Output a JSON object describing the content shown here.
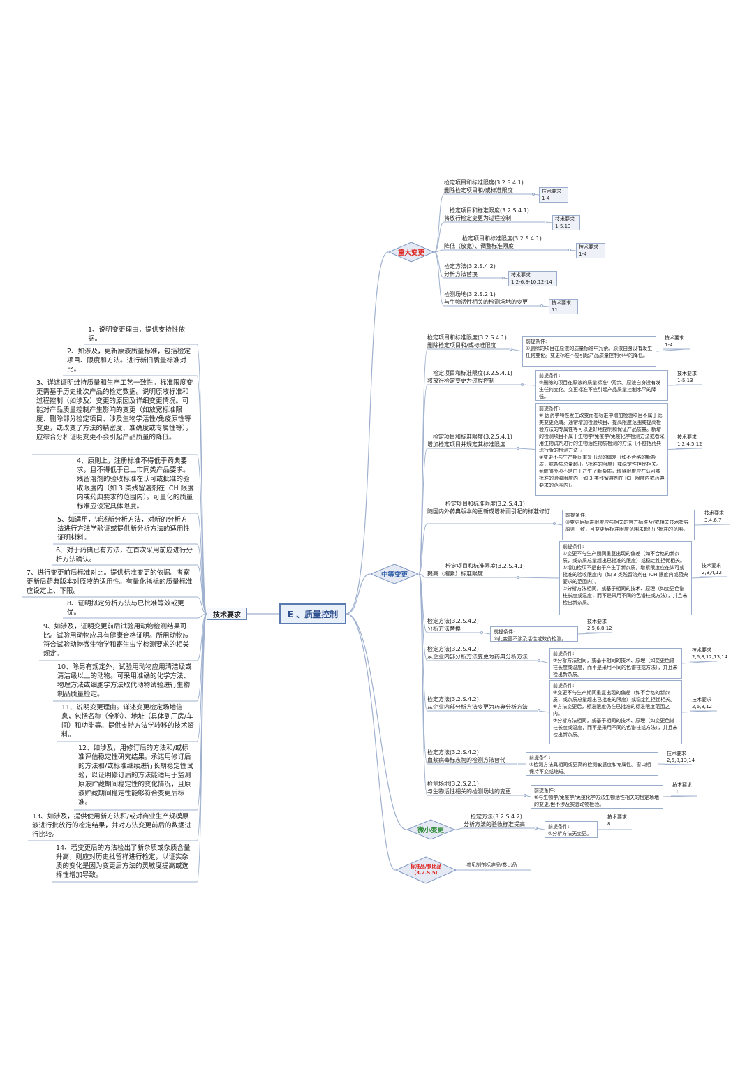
{
  "center": {
    "label": "E 、质量控制"
  },
  "tech_node": {
    "label": "技术要求"
  },
  "categories": {
    "major": {
      "label": "重大变更",
      "color": "#e0201b"
    },
    "moderate": {
      "label": "中等变更",
      "color": "#2f5fa8"
    },
    "minor": {
      "label": "微小变更",
      "color": "#2e8b3a"
    },
    "ref": {
      "label": "标准品/参比品\n（3.2.S.5）",
      "color": "#e0201b"
    }
  },
  "major_items": [
    {
      "title": "检定项目和标准限度(3.2.S.4.1)",
      "sub": "删除检定项目和/或标准限度",
      "tech": "技术要求\n1-4"
    },
    {
      "title": "检定项目和标准限度(3.2.S.4.1)",
      "sub": "将放行检定变更为过程控制",
      "tech": "技术要求\n1-5,13"
    },
    {
      "title": "检定项目和标准限度(3.2.S.4.1)",
      "sub": "降低（放宽）、调整标准限度",
      "tech": "技术要求\n1-4"
    },
    {
      "title": "检定方法(3.2.S.4.2)",
      "sub": "分析方法替换",
      "tech": "技术要求\n1,2-6,8-10,12-14"
    },
    {
      "title": "检测场地(3.2.S.2.1)",
      "sub": "与生物活性相关的检测场地的变更",
      "tech": "技术要求\n11"
    }
  ],
  "moderate_items": [
    {
      "title": "检定项目和标准限度(3.2.S.4.1)",
      "sub": "删除检定项目和/或标准限度",
      "pre": "前提条件:\n①删除的项目在原液的质量标准中冗余。原液自身没有发生任何变化。变更标准不应引起产品质量控制水平的降低。",
      "tech": "技术要求\n1-4"
    },
    {
      "title": "检定项目和标准限度(3.2.S.4.1)",
      "sub": "将放行检定变更为过程控制",
      "pre": "前提条件:\n①删除的项目在原液的质量标准中冗余。原液自身没有发生任何变化。变更标准不应引起产品质量控制水平的降低。",
      "tech": "技术要求\n1-5,13"
    },
    {
      "title": "检定项目和标准限度(3.2.S.4.1)",
      "sub": "增加检定项目并规定其标准限度",
      "pre": "前提条件:\n② 因药学特性发生改变而在标准中增加检验项目不属于此类变更范畴。通常增加检验项目、提高限度范围或提高检验方法的专属性等可以更好地控制和保证产品质量。新增的检测项目不属于生物学/免疫学/免疫化学检测方法或者采用生物试剂进行的生物活性物质检测的方法（不包括药典现行版的检测方法）。\n④变更不与生产期间重复出现的偏差（如不合格的新杂质，或杂质总量超出已批准的限度）或稳定性担忧相关。\n⑤增加检项不是由于产生了新杂质，增紧限度应在认可或批准的验收限度内（如 3 类残留溶剂在 ICH 限度内或药典要求的范围内）。",
      "tech": "技术要求\n1,2,4,5,12"
    },
    {
      "title": "检定项目和标准限度(3.2.S.4.1)",
      "sub": "随国内外药典版本的更新或增补而引起的标准修订",
      "pre": "前提条件:\n③变更后标准限度应与相关的官方标准及/或相关技术指导原则一致，且变更后标准限度范围未超出已批准的范围。",
      "tech": "技术要求\n3,4,6,7"
    },
    {
      "title": "检定项目和标准限度(3.2.S.4.1)",
      "sub": "提高（缩紧）标准限度",
      "pre": "前提条件:\n④变更不与生产期间重复出现的偏差（如不合格的新杂质，或杂质总量超出已批准的限度）或稳定性担忧相关。\n⑤增加检项不是由于产生了新杂质，增紧限度应在认可或批准的验收限度内（如 3 类残留溶剂在 ICH 限度内或药典要求的范围内）。\n⑦分析方法相同，或基于相同的技术、原理（如变更色谱柱长度或温度，而不是采用不同的色谱柱或方法），并且未检出新杂质。",
      "tech": "技术要求\n2,3,4,12"
    },
    {
      "title": "检定方法(3.2.S.4.2)",
      "sub": "分析方法替换",
      "pre": "前提条件:\n⑤此变更不涉及活性或效价检测。",
      "tech": "技术要求\n2,5,6,8,12"
    },
    {
      "title": "检定方法(3.2.S.4.2)",
      "sub": "从企业内部分析方法变更为药典分析方法",
      "pre": "前提条件:\n⑦分析方法相同，或基于相同的技术、原理（如变更色谱柱长度或温度，而不是采用不同的色谱柱或方法），并且未检出新杂质。",
      "tech": "技术要求\n2,6,8,12,13,14"
    },
    {
      "title": "检定方法(3.2.S.4.2)",
      "sub": "从企业内部分析方法变更为药典分析方法",
      "pre": "前提条件:\n④变更不与生产期间重复出现的偏差（如不合格的新杂质，或杂质总量超出已批准的限度）或稳定性担忧相关。\n⑥方法变更后，标准限度仍在已批准的标准限度范围之内。\n⑦分析方法相同，或基于相同的技术、原理（如变更色谱柱长度或温度，而不是采用不同的色谱柱或方法），并且未检出新杂质。",
      "tech": "技术要求\n2,6,8,12"
    },
    {
      "title": "检定方法(3.2.S.4.2)",
      "sub": "血浆病毒标志物的检测方法替代",
      "pre": "前提条件:\n②检测方法具相同或更高的检测敏感度和专属性。窗口期保持不变或缩短。",
      "tech": "技术要求\n2,5,8,13,14"
    },
    {
      "title": "检测场地(3.2.S.2.1)",
      "sub": "与生物活性相关的检测场地的变更",
      "pre": "前提条件:\n⑧与生物学/免疫学/免疫化学方法生物活性相关的检定场地的变更,但不涉及实验动物检验。",
      "tech": "技术要求\n11"
    }
  ],
  "minor_items": [
    {
      "title": "检定方法(3.2.S.4.2)",
      "sub": "分析方法的验收标准提高",
      "pre": "前提条件:\n①分析方法无变更。",
      "tech": "技术要求\n8"
    }
  ],
  "ref_items": [
    {
      "text": "参见制剂标准品/参比品"
    }
  ],
  "tech_requirements": [
    "1、说明变更理由，提供支持性依据。",
    "2、如涉及，更新原液质量标准，包括检定项目、限度和方法。进行新旧质量标准对比。",
    "3、详述证明维持质量和生产工艺一致性。标准限度变更需基于历史批次产品的检定数据。说明原液标准和过程控制（如涉及）变更的原因及详细变更情况。可能对产品质量控制产生影响的变更（如放宽标准限度、删除部分检定项目、涉及生物学活性/免疫原性等变更，或改变了方法的精密度、准确度或专属性等），应综合分析证明变更不会引起产品质量的降低。",
    "4、原则上，注册标准不得低于药典要求，且不得低于已上市同类产品要求。残留溶剂的验收标准在认可或批准的验收限度内（如 3 类残留溶剂在 ICH 限度内或药典要求的范围内）。可量化的质量标准应设定具体限度。",
    "5、如适用，详述新分析方法，对新的分析方法进行方法学验证或提供新分析方法的适用性证明材料。",
    "6、对于药典已有方法，在首次采用前应进行分析方法确认。",
    "7、进行变更前后标准对比。提供标准变更的依据。考察更新后药典版本对原液的适用性。有量化指标的质量标准应设定上、下限。",
    "8、证明拟定分析方法与已批准等效或更优。",
    "9、如涉及，证明变更前后试验用动物检测结果可比。试验用动物应具有健康合格证明。所用动物应符合试验动物微生物学和寄生虫学检测要求的相关规定。",
    "10、除另有规定外，试验用动物应用清洁级或清洁级以上的动物。可采用准确的化学方法、物理方法或细胞学方法取代动物试验进行生物制品质量检定。",
    "11、说明变更理由。详述变更检定场地信息，包括名称（全称）、地址（具体到厂房/车间）和功能等。提供支持方法学转移的技术资料。",
    "12、如涉及，用修订后的方法和/或标准评估稳定性研究结果。承诺用修订后的方法和/或标准继续进行长期稳定性试验，以证明修订后的方法能适用于监测原液贮藏期间稳定性的变化情况，且原液贮藏期间稳定性能够符合变更后标准。",
    "13、如涉及，提供使用新方法和/或对商业生产规模原液进行批放行的检定结果，并对方法变更前后的数据进行比较。",
    "14、若变更后的方法检出了新杂质或杂质含量升高，则应对历史批留样进行检定，以证实杂质的变化是因为变更后方法的灵敏度提高或选择性增加导致。"
  ]
}
